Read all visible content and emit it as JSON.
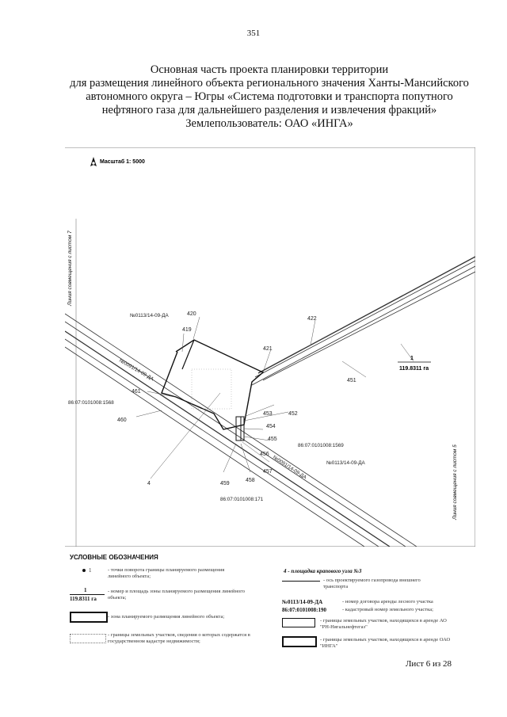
{
  "page_number": "351",
  "title_lines": [
    "Основная часть проекта планировки территории",
    "для размещения линейного объекта регионального значения Ханты-Мансийского",
    "автономного округа – Югры «Система подготовки и транспорта попутного",
    "нефтяного газа для дальнейшего разделения и извлечения фракций»",
    "Землепользователь: ОАО «ИНГА»"
  ],
  "map": {
    "scale_label": "Масштаб 1: 5000",
    "match_line_left": "Линия совмещения с листом 7",
    "match_line_right": "Линия совмещения с листом 5",
    "points": {
      "p419": "419",
      "p420": "420",
      "p421": "421",
      "p422": "422",
      "p451": "451",
      "p452": "452",
      "p453": "453",
      "p454": "454",
      "p455": "455",
      "p456": "456",
      "p457": "457",
      "p458": "458",
      "p459": "459",
      "p460": "460",
      "p461": "461"
    },
    "zone_number": "1",
    "zone_area": "119.8311 га",
    "contract_top": "№0113/14-09-ДА",
    "contract_left": "№0091/14-09-ДА",
    "contract_right": "№0113/14-09-ДА",
    "contract_bottom": "№0091/14-09-ДА",
    "cadastral_left": "86:07:0101008:1568",
    "cadastral_right": "86:07:0101008:1569",
    "cadastral_bottom": "86:07:0101008:171",
    "site_marker": "4"
  },
  "legend": {
    "title": "УСЛОВНЫЕ ОБОЗНАЧЕНИЯ",
    "point_symbol": "1",
    "point_desc": "- точки поворота границы планируемого размещения линейного объекта;",
    "zone_num": "1",
    "zone_area": "119.8311 га",
    "zone_desc": "- номер и площадь зоны планируемого размещения линейного объекта;",
    "zone_border_desc": "- зона планируемого размещения линейного объекта;",
    "parcel_desc": "- границы земельных участков, сведения о которых содержатся в государственном кадастре недвижимости;",
    "site_desc": "4 - площадка крапового узла №3",
    "axis_desc": "- ось проектируемого газопровода внешнего транспорта",
    "contract_label": "№0113/14-09-ДА",
    "contract_desc": "- номер договора аренды лесного участка",
    "cadastral_label": "86:07:0101008:190",
    "cadastral_desc": "- кадастровый номер земельного участка;",
    "lease1_desc": "- границы земельных участков, находящихся в аренде АО \"РН-Нягальнефтегаз\"",
    "lease2_desc": "- границы земельных участков, находящихся в аренде ОАО \"ИНГА\""
  },
  "sheet": "Лист 6 из 28"
}
